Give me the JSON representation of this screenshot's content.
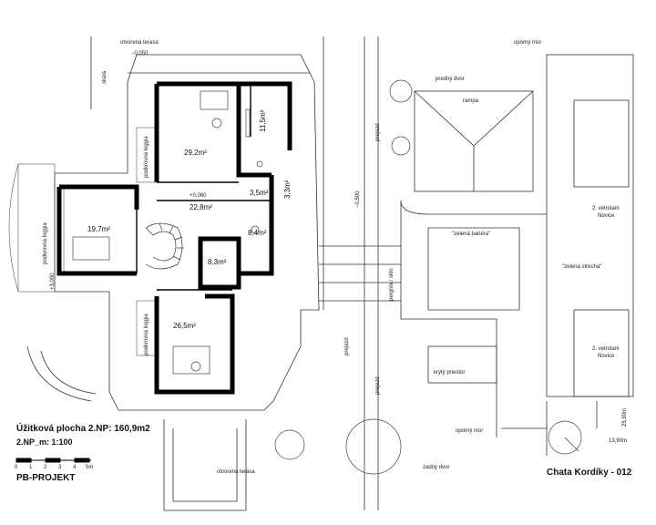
{
  "info": {
    "usable_area": "Úžitková plocha 2.NP: 160,9m2",
    "scale": "2.NP_m: 1:100",
    "firm": "PB-PROJEKT",
    "project": "Chata Kordíky - 012",
    "scalebar_ticks": [
      "0",
      "1",
      "2",
      "3",
      "4",
      "5m"
    ]
  },
  "labels": {
    "terrace_top": "otvorená terasa",
    "terrace_bottom": "otvorená terasa",
    "level_top": "−0,050",
    "level_mid": "+0,060",
    "level_left": "+3,000",
    "level_right": "−0,500",
    "skala": "skala",
    "oporny_mur_top": "oporný múr",
    "oporny_mur_bottom": "oporný múr",
    "predny_dvor": "predný dvor",
    "zadny_dvor": "zadný dvor",
    "rampa": "rampa",
    "prejazd_top": "prejazd",
    "prejazd_bottom": "prejazd",
    "prejazd_left": "prejazd",
    "zelena_bariera": "\"zelená bariéra\"",
    "zelena_strecha": "\"zelená strecha\"",
    "vetrolam_1": "2. vetrolam",
    "vetrolam_1b": "Novice",
    "vetrolam_2": "2. vetrolam",
    "vetrolam_2b": "Novice",
    "kryty_priestor": "krytý priestor",
    "pergola": "pergola / sklo",
    "loggia_1": "podkrovná loggia",
    "loggia_2": "podkrovná loggia",
    "loggia_3": "podkrovná loggia",
    "dim_1": "25,90m",
    "dim_2": "13,90m"
  },
  "rooms": {
    "r1": "29,2m²",
    "r2": "11,5m²",
    "r3": "3,5m²",
    "r4": "3,3m²",
    "r5": "22,8m²",
    "r6": "8,4m²",
    "r7": "19,7m²",
    "r8": "8,3m²",
    "r9": "26,5m²"
  }
}
